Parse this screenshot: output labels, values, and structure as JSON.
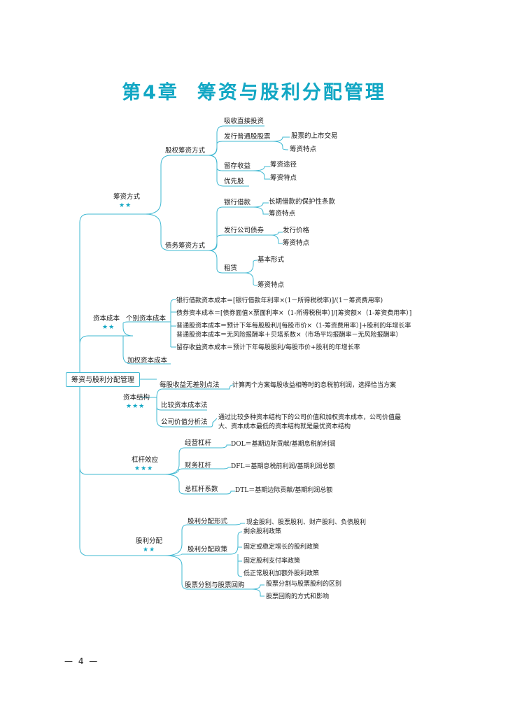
{
  "chapter": {
    "prefix": "第",
    "number": "4",
    "suffix": "章",
    "name": "筹资与股利分配管理"
  },
  "root": "筹资与股利分配管理",
  "page_number": "— 4 —",
  "stars": {
    "two": "★★",
    "three": "★★★"
  },
  "financing": {
    "label": "筹资方式",
    "equity": {
      "label": "股权筹资方式",
      "direct": "吸收直接投资",
      "stock": {
        "label": "发行普通股股票",
        "listing": "股票的上市交易",
        "features": "筹资特点"
      },
      "retained": {
        "label": "留存收益",
        "channel": "筹资途径",
        "features": "筹资特点"
      },
      "preferred": "优先股"
    },
    "debt": {
      "label": "债务筹资方式",
      "loan": {
        "label": "银行借款",
        "covenants": "长期借款的保护性条款",
        "features": "筹资特点"
      },
      "bond": {
        "label": "发行公司债券",
        "price": "发行价格",
        "features": "筹资特点"
      },
      "lease": {
        "label": "租赁",
        "forms": "基本形式",
        "features": "筹资特点"
      }
    }
  },
  "cost": {
    "label": "资本成本",
    "individual": "个别资本成本",
    "formulas": [
      "银行借款资本成本＝[银行借款年利率×(1－所得税税率)]/(1－筹资费用率)",
      "债券资本成本＝[债券面值×票面利率×（1-所得税税率）]/[筹资额×（1-筹资费用率）]",
      "普通股资本成本＝预计下年每股股利/[每股市价×（1-筹资费用率）]+股利的年增长率",
      "普通股资本成本＝无风险报酬率＋贝塔系数×（市场平均报酬率－无风险报酬率）",
      "留存收益资本成本＝预计下年每股股利/每股市价+股利的年增长率"
    ],
    "weighted": "加权资本成本"
  },
  "structure": {
    "label": "资本结构",
    "eps": {
      "label": "每股收益无差别点法",
      "desc": "计算两个方案每股收益相等时的息税前利润，选择恰当方案"
    },
    "cost_compare": "比较资本成本法",
    "value": {
      "label": "公司价值分析法",
      "desc1": "通过比较多种资本结构下的公司价值和加权资本成本，公司价值最",
      "desc2": "大、资本成本最低的资本结构就是最优资本结构"
    }
  },
  "leverage": {
    "label": "杠杆效应",
    "operating": {
      "label": "经营杠杆",
      "formula": "DOL＝基期边际贡献/基期息税前利润"
    },
    "financial": {
      "label": "财务杠杆",
      "formula": "DFL＝基期息税前利润/基期利润总额"
    },
    "total": {
      "label": "总杠杆系数",
      "formula": "DTL＝基期边际贡献/基期利润总额"
    }
  },
  "dividend": {
    "label": "股利分配",
    "forms": {
      "label": "股利分配形式",
      "items": "现金股利、股票股利、财产股利、负债股利"
    },
    "policy": {
      "label": "股利分配政策",
      "items": [
        "剩余股利政策",
        "固定或稳定增长的股利政策",
        "固定股利支付率政策",
        "低正常股利加额外股利政策"
      ]
    },
    "split": {
      "label": "股票分割与股票回购",
      "items": [
        "股票分割与股票股利的区别",
        "股票回购的方式和影响"
      ]
    }
  }
}
